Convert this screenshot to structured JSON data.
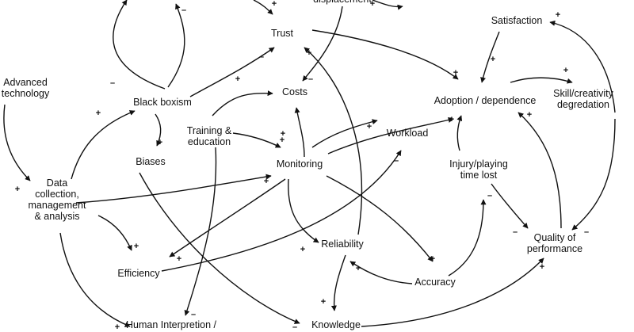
{
  "nodes": {
    "displacement": [
      "displacement"
    ],
    "trust": [
      "Trust"
    ],
    "satisfaction": [
      "Satisfaction"
    ],
    "advanced_technology": [
      "Advanced",
      "technology"
    ],
    "black_boxism": [
      "Black boxism"
    ],
    "costs": [
      "Costs"
    ],
    "adoption_dependence": [
      "Adoption / dependence"
    ],
    "skill_creativity_degradation": [
      "Skill/creativity",
      "degredation"
    ],
    "training_education": [
      "Training &",
      "education"
    ],
    "workload": [
      "Workload"
    ],
    "biases": [
      "Biases"
    ],
    "monitoring": [
      "Monitoring"
    ],
    "injury_playing_time_lost": [
      "Injury/playing",
      "time lost"
    ],
    "data_collection": [
      "Data",
      "collection,",
      "management",
      "& analysis"
    ],
    "reliability": [
      "Reliability"
    ],
    "quality_of_performance": [
      "Quality of",
      "performance"
    ],
    "efficiency": [
      "Efficiency"
    ],
    "accuracy": [
      "Accuracy"
    ],
    "human_interpretation": [
      "Human Interpretion /"
    ],
    "knowledge": [
      "Knowledge"
    ]
  },
  "edges": [
    {
      "from": "black_boxism",
      "to": "black_boxism_top_left",
      "sign": "–"
    },
    {
      "from": "black_boxism",
      "to": "black_boxism_top_right",
      "sign": "–"
    },
    {
      "from": "monitoring",
      "to": "trust_from_top",
      "sign": "+"
    },
    {
      "from": "displacement",
      "to": "costs",
      "sign": "–"
    },
    {
      "from": "displacement",
      "to": "top_right",
      "sign": "+"
    },
    {
      "from": "black_boxism",
      "to": "trust",
      "sign": "–"
    },
    {
      "from": "trust",
      "to": "adoption_dependence",
      "sign": "+"
    },
    {
      "from": "satisfaction",
      "to": "adoption_dependence",
      "sign": "+"
    },
    {
      "from": "skill_creativity_degradation",
      "to": "satisfaction",
      "sign": "+"
    },
    {
      "from": "adoption_dependence",
      "to": "skill_creativity_degradation",
      "sign": "+"
    },
    {
      "from": "advanced_technology",
      "to": "data_collection",
      "sign": "+"
    },
    {
      "from": "data_collection",
      "to": "black_boxism",
      "sign": "+"
    },
    {
      "from": "black_boxism",
      "to": "biases",
      "sign": "+"
    },
    {
      "from": "training_education",
      "to": "costs",
      "sign": "+"
    },
    {
      "from": "training_education",
      "to": "monitoring",
      "sign": "+"
    },
    {
      "from": "monitoring",
      "to": "costs",
      "sign": "+"
    },
    {
      "from": "monitoring",
      "to": "workload",
      "sign": "+"
    },
    {
      "from": "monitoring",
      "to": "adoption_dependence",
      "sign": "+"
    },
    {
      "from": "data_collection",
      "to": "monitoring",
      "sign": "+"
    },
    {
      "from": "data_collection",
      "to": "efficiency",
      "sign": "+"
    },
    {
      "from": "monitoring",
      "to": "efficiency",
      "sign": "+"
    },
    {
      "from": "monitoring",
      "to": "reliability",
      "sign": "+"
    },
    {
      "from": "monitoring",
      "to": "accuracy",
      "sign": "+"
    },
    {
      "from": "efficiency",
      "to": "workload",
      "sign": "–"
    },
    {
      "from": "reliability",
      "to": "trust",
      "sign": "+"
    },
    {
      "from": "reliability",
      "to": "knowledge",
      "sign": "+"
    },
    {
      "from": "accuracy",
      "to": "reliability",
      "sign": "+"
    },
    {
      "from": "accuracy",
      "to": "injury_playing_time_lost",
      "sign": "–"
    },
    {
      "from": "injury_playing_time_lost",
      "to": "adoption_dependence",
      "sign": "–"
    },
    {
      "from": "injury_playing_time_lost",
      "to": "quality_of_performance",
      "sign": "–"
    },
    {
      "from": "skill_creativity_degradation",
      "to": "quality_of_performance",
      "sign": "–"
    },
    {
      "from": "quality_of_performance",
      "to": "adoption_dependence",
      "sign": "+"
    },
    {
      "from": "knowledge",
      "to": "quality_of_performance",
      "sign": "+"
    },
    {
      "from": "training_education",
      "to": "human_interpretation",
      "sign": "–"
    },
    {
      "from": "biases",
      "to": "knowledge",
      "sign": "–"
    },
    {
      "from": "data_collection",
      "to": "human_interpretation",
      "sign": "+"
    }
  ]
}
